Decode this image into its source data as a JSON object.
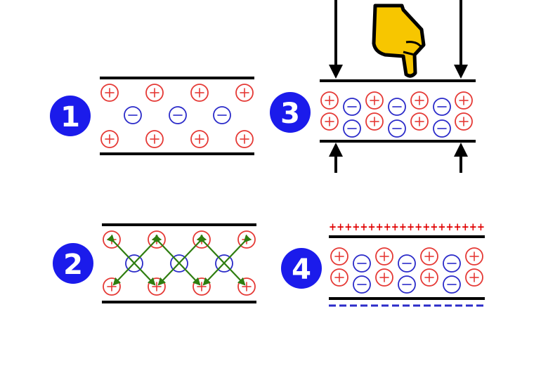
{
  "colors": {
    "badge": "#1b1beb",
    "badge_text": "#ffffff",
    "plate": "#000000",
    "positive": "#e53935",
    "negative": "#2b2bc9",
    "arrow_green": "#2e7d0f",
    "finger_fill": "#f7c600",
    "finger_stroke": "#000000",
    "charge_positive_text": "#e00000",
    "charge_negative_line": "#2b2bc9"
  },
  "symbols": {
    "positive": "+",
    "negative": "-"
  },
  "steps": [
    {
      "number": "1",
      "title": ""
    },
    {
      "number": "2",
      "title": ""
    },
    {
      "number": "3",
      "title": ""
    },
    {
      "number": "4",
      "title": ""
    }
  ],
  "step3": {
    "icon": "pointing-finger-icon"
  },
  "step4": {
    "surface_positive": "++++++++++++++++++++",
    "surface_negative": "dashed-line"
  }
}
